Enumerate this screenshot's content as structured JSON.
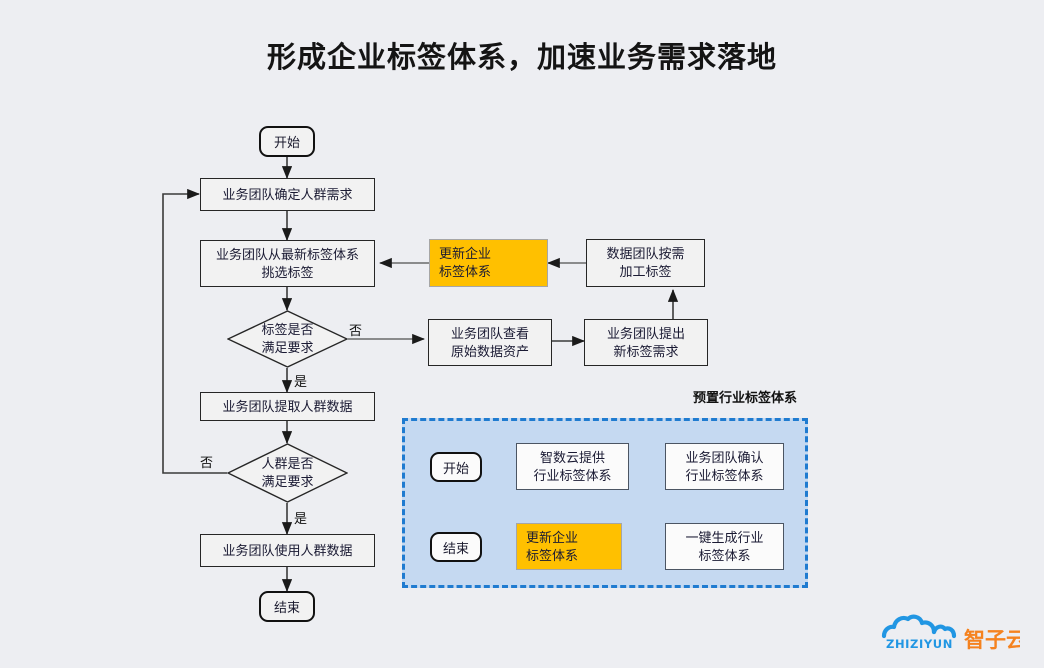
{
  "page": {
    "title": "形成企业标签体系，加速业务需求落地",
    "background_color": "#edeef2"
  },
  "colors": {
    "accent_orange": "#ffc000",
    "panel_fill": "#c5d9f1",
    "panel_border": "#1f7bd0",
    "node_fill": "#f2f2f2",
    "node_border": "#262626",
    "logo_blue": "#2196e3",
    "logo_orange": "#f5821f"
  },
  "main_flow": {
    "nodes": {
      "start": "开始",
      "confirm_demand": "业务团队确定人群需求",
      "pick_tags": "业务团队从最新标签体系\n挑选标签",
      "decision_tags": "标签是否\n满足要求",
      "extract_data": "业务团队提取人群数据",
      "decision_crowd": "人群是否\n满足要求",
      "use_data": "业务团队使用人群数据",
      "end": "结束",
      "update_enterprise_tags": "更新企业\n标签体系",
      "data_team_process": "数据团队按需\n加工标签",
      "view_raw_assets": "业务团队查看\n原始数据资产",
      "propose_new_tags": "业务团队提出\n新标签需求"
    },
    "branch_labels": {
      "tags_no": "否",
      "tags_yes": "是",
      "crowd_no": "否",
      "crowd_yes": "是"
    }
  },
  "sub_flow": {
    "title": "预置行业标签体系",
    "nodes": {
      "start": "开始",
      "provide_industry_tags": "智数云提供\n行业标签体系",
      "confirm_industry_tags": "业务团队确认\n行业标签体系",
      "one_click_generate": "一键生成行业\n标签体系",
      "update_enterprise_tags": "更新企业\n标签体系",
      "end": "结束"
    }
  },
  "logo": {
    "wordmark_latin": "ZHIZIYUN",
    "wordmark_cn": "智子云"
  }
}
